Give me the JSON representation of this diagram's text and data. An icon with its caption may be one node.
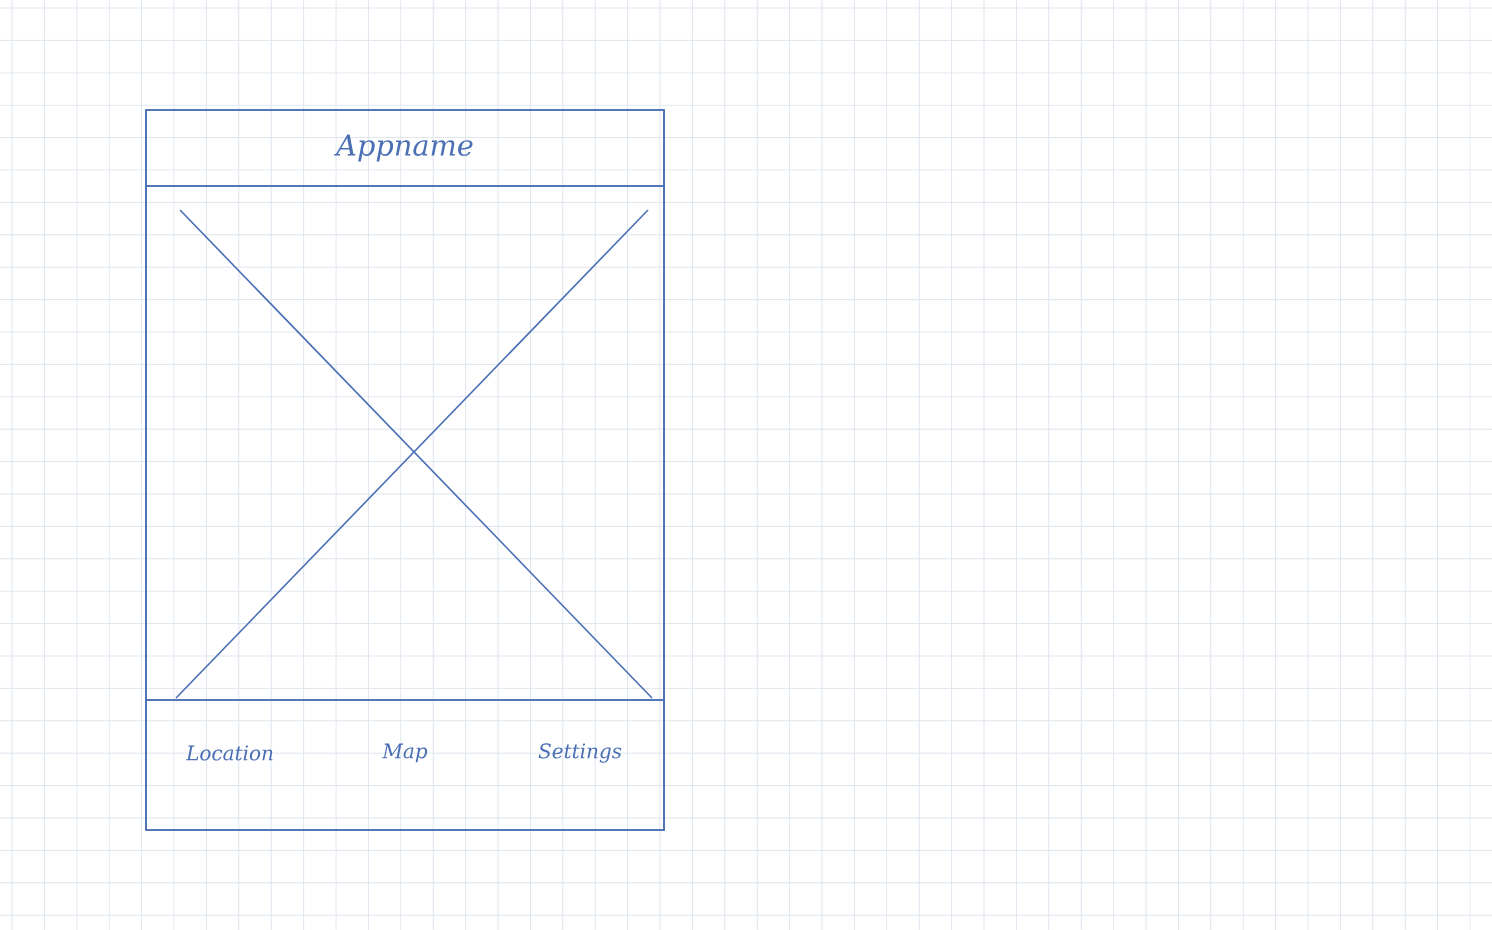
{
  "diagram": {
    "nodes": [
      {
        "text": [],
        "shape": "box"
      },
      {
        "text": [
          "Appname"
        ],
        "in": 0
      },
      {
        "text": [],
        "shape": "box",
        "in": 0
      },
      {
        "text": [
          "Location",
          "Map",
          "Settings"
        ],
        "in": 0
      }
    ]
  }
}
